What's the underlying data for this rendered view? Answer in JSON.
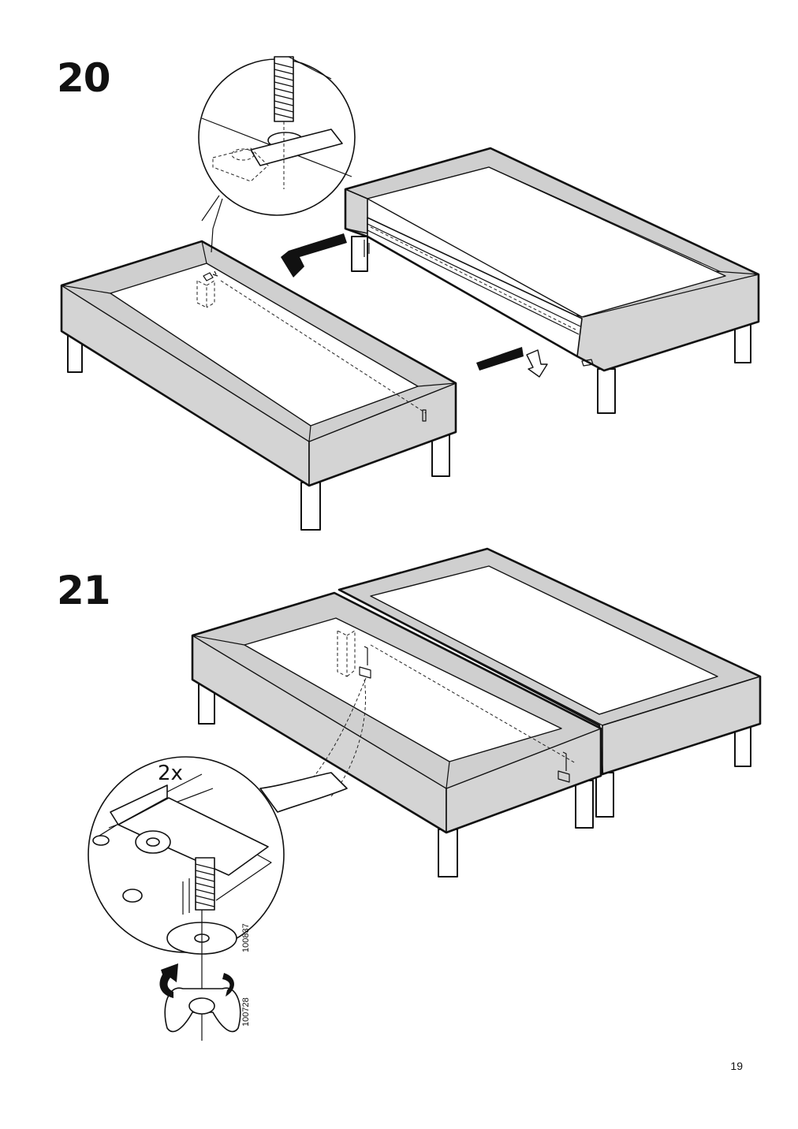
{
  "steps": [
    {
      "number": "20"
    },
    {
      "number": "21"
    }
  ],
  "detail": {
    "quantity": "2x",
    "parts": [
      "100837",
      "100728"
    ]
  },
  "page": {
    "number": "19"
  },
  "colors": {
    "frame": "#d4d4d4",
    "line": "#111111",
    "background": "#ffffff"
  }
}
